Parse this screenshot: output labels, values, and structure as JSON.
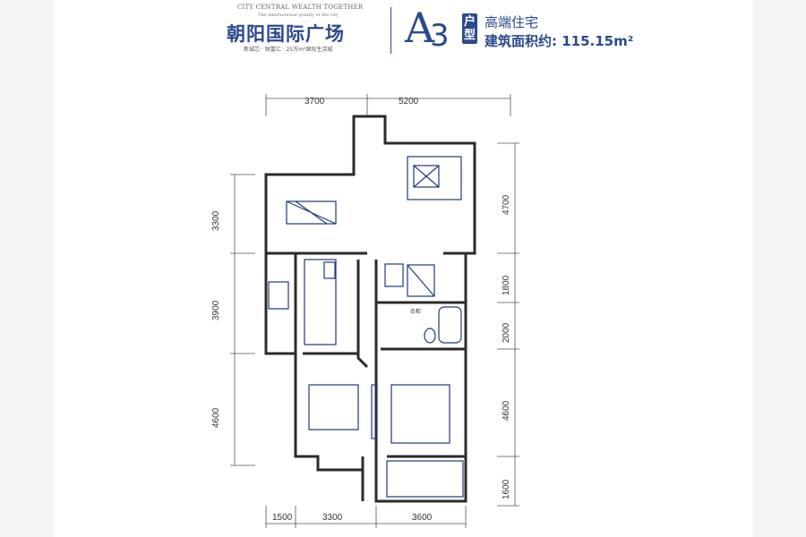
{
  "header": {
    "tagline_en": "CITY CENTRAL WEALTH TOGETHER",
    "tagline_en2": "The international quality of life city",
    "project_name": "朝阳国际广场",
    "tagline_cn": "新城芯 · 财富汇 · 25万m²国际生活城",
    "unit_letter": "A",
    "unit_number": "3",
    "unit_type": "户型",
    "feature": "高端住宅",
    "area": "建筑面积约: 115.15m²"
  },
  "dimensions": {
    "top": [
      "3700",
      "5200"
    ],
    "left": [
      "3300",
      "3900",
      "4600"
    ],
    "right": [
      "4700",
      "1800",
      "2000",
      "4600",
      "1600"
    ],
    "bottom": [
      "1500",
      "3300",
      "3600"
    ]
  },
  "room_labels": {
    "closet": "衣柜"
  },
  "colors": {
    "brand": "#2a4a8c",
    "wall": "#2b2b2b",
    "furniture": "#1f3a7a"
  }
}
